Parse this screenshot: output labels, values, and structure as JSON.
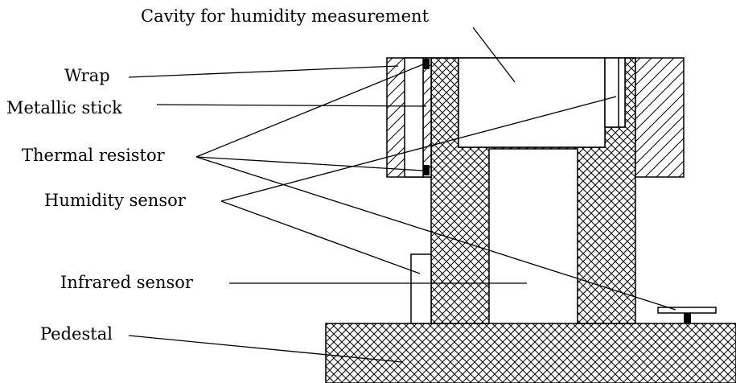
{
  "diagram": {
    "labels": {
      "cavity": "Cavity for humidity measurement",
      "wrap": "Wrap",
      "metallic_stick": "Metallic stick",
      "thermal_resistor": "Thermal resistor",
      "humidity_sensor": "Humidity sensor",
      "infrared_sensor": "Infrared sensor",
      "pedestal": "Pedestal"
    },
    "colors": {
      "line": "#000000",
      "background": "#ffffff",
      "component_fill": "#ffffff"
    }
  }
}
